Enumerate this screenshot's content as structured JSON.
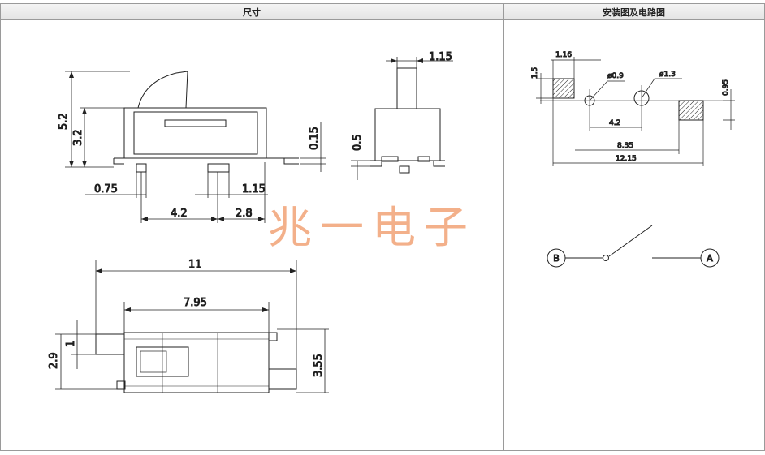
{
  "headers": {
    "left": "尺寸",
    "right": "安装图及电路图"
  },
  "dims_side": {
    "h_total": "5.2",
    "h_body": "3.2",
    "pin_off": "0.15",
    "lead_w": "0.75",
    "lead_w2": "1.15",
    "pitch": "4.2",
    "pitch2": "2.8"
  },
  "dims_end": {
    "knob_w": "1.15",
    "pin_h": "0.5"
  },
  "dims_top": {
    "length": "11",
    "body_len": "7.95",
    "width": "2.9",
    "pad": "1",
    "body_w": "3.55"
  },
  "dims_footprint": {
    "pad_w": "1.16",
    "pad_h": "1.5",
    "hole1": "ø0.9",
    "hole2": "ø1.3",
    "pad_h2": "0.95",
    "hole_pitch": "4.2",
    "pad_pitch": "8.35",
    "total": "12.15"
  },
  "circuit": {
    "left_terminal": "B",
    "right_terminal": "A"
  },
  "watermark": "兆一电子"
}
